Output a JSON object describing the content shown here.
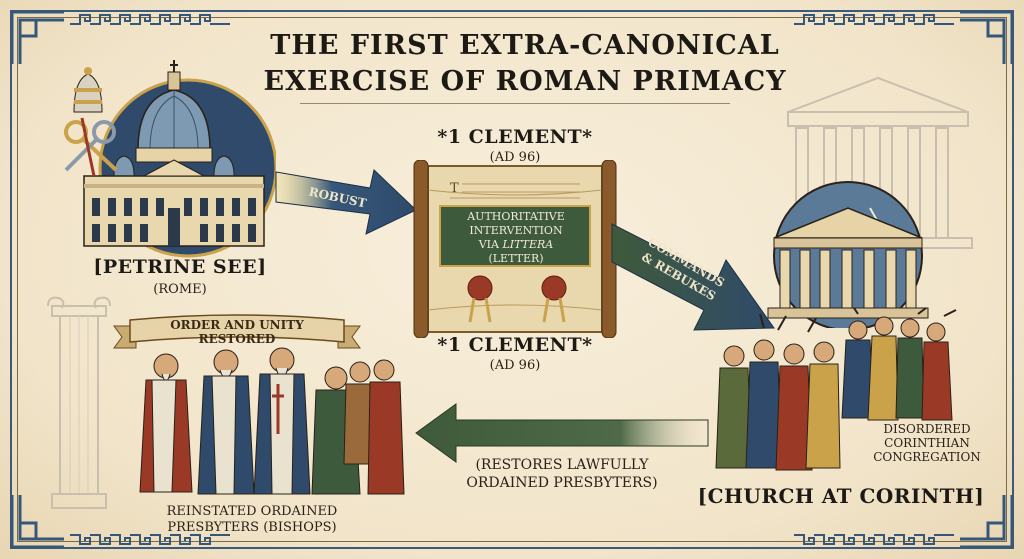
{
  "title": {
    "line1": "THE FIRST EXTRA-CANONICAL",
    "line2": "EXERCISE OF ROMAN PRIMACY"
  },
  "rome": {
    "label": "[PETRINE SEE]",
    "sublabel": "(ROME)"
  },
  "letter": {
    "top_title": "*1 CLEMENT*",
    "top_date": "(AD 96)",
    "scroll_line1": "AUTHORITATIVE",
    "scroll_line2": "INTERVENTION",
    "scroll_line3_prefix": "VIA ",
    "scroll_line3_em": "LITTERA",
    "scroll_line4": "(LETTER)",
    "bottom_title": "*1 CLEMENT*",
    "bottom_date": "(AD 96)"
  },
  "arrows": {
    "robust": "ROBUST",
    "commands_line1": "COMMANDS",
    "commands_line2": "& REBUKES",
    "restores_line1": "(RESTORES LAWFULLY",
    "restores_line2": "ORDAINED PRESBYTERS)"
  },
  "corinth": {
    "congregation_line1": "DISORDERED",
    "congregation_line2": "CORINTHIAN",
    "congregation_line3": "CONGREGATION",
    "label": "[CHURCH AT CORINTH]"
  },
  "restored": {
    "banner": "ORDER AND UNITY RESTORED",
    "caption_line1": "REINSTATED ORDAINED",
    "caption_line2": "PRESBYTERS (BISHOPS)"
  },
  "colors": {
    "navy": "#2f4a6b",
    "arrow_blue": "#35577a",
    "arrow_green": "#3f5a3a",
    "parchment": "#e9d7ae",
    "gold": "#c9a24a",
    "scroll_panel": "#3e5a3c",
    "red_seal": "#9a3a26"
  }
}
